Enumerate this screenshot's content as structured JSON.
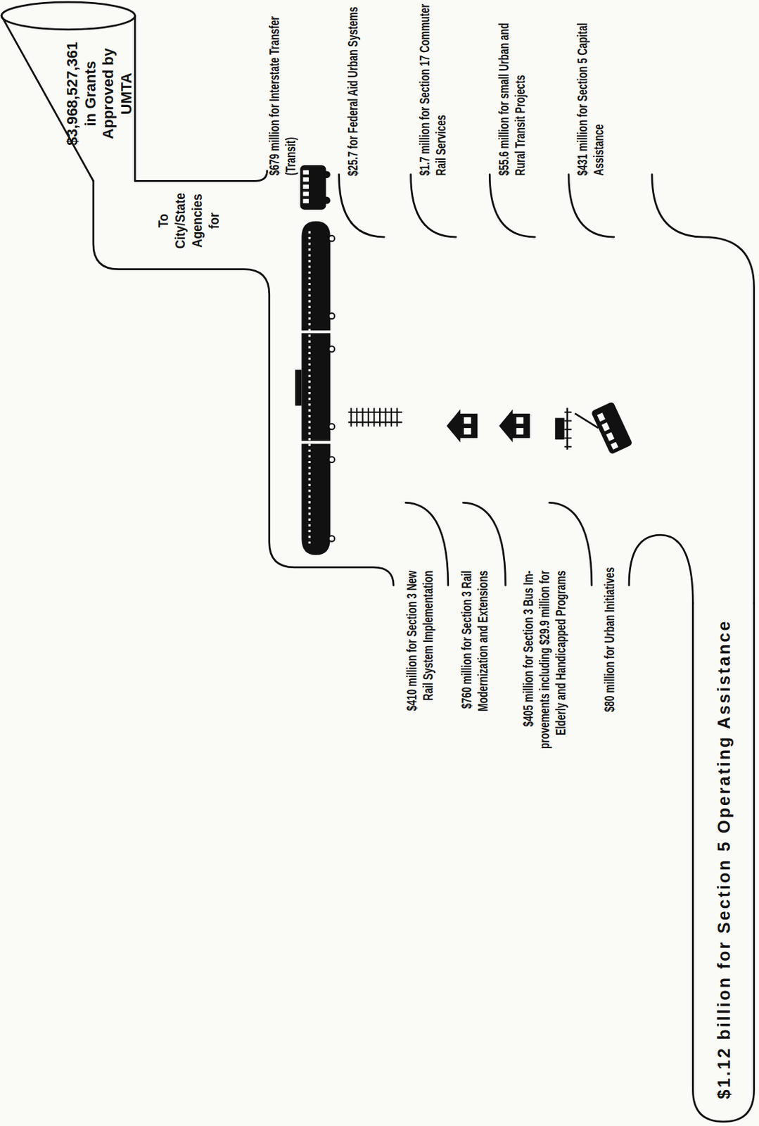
{
  "diagram": {
    "nodes": [
      {
        "text": [
          "$3,968,527,361 in Grants Approved by UMTA"
        ]
      },
      {
        "text": [
          "To City/State Agencies for"
        ]
      },
      {
        "text": [
          "$1.12 billion for Section 5 Operating Assistance"
        ]
      }
    ],
    "labels": [
      "$679 million for Interstate Transfer (Transit)",
      "$25.7 for Federal Aid Urban Systems",
      "$1.7 million for Section 17 Commuter Rail Services",
      "$55.6 million for small Urban and Rural Transit Projects",
      "$431 million for Section 5 Capital Assistance",
      "$410 million for Section 3 New Rail System Implementation",
      "$760 million for Section 3 Rail Modernization and Extensions",
      "$405 million for Section 3 Bus Im- provements including $29.9 million for Elderly and Handicapped Programs",
      "$80 million for Urban Initiatives"
    ]
  }
}
